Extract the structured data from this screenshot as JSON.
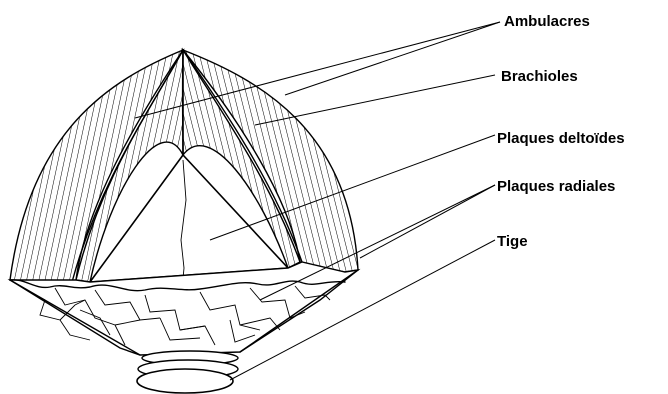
{
  "labels": {
    "ambulacres": "Ambulacres",
    "brachioles": "Brachioles",
    "plaques_deltoides": "Plaques deltoïdes",
    "plaques_radiales": "Plaques radiales",
    "tige": "Tige"
  },
  "colors": {
    "ink": "#000000",
    "background": "#ffffff"
  }
}
